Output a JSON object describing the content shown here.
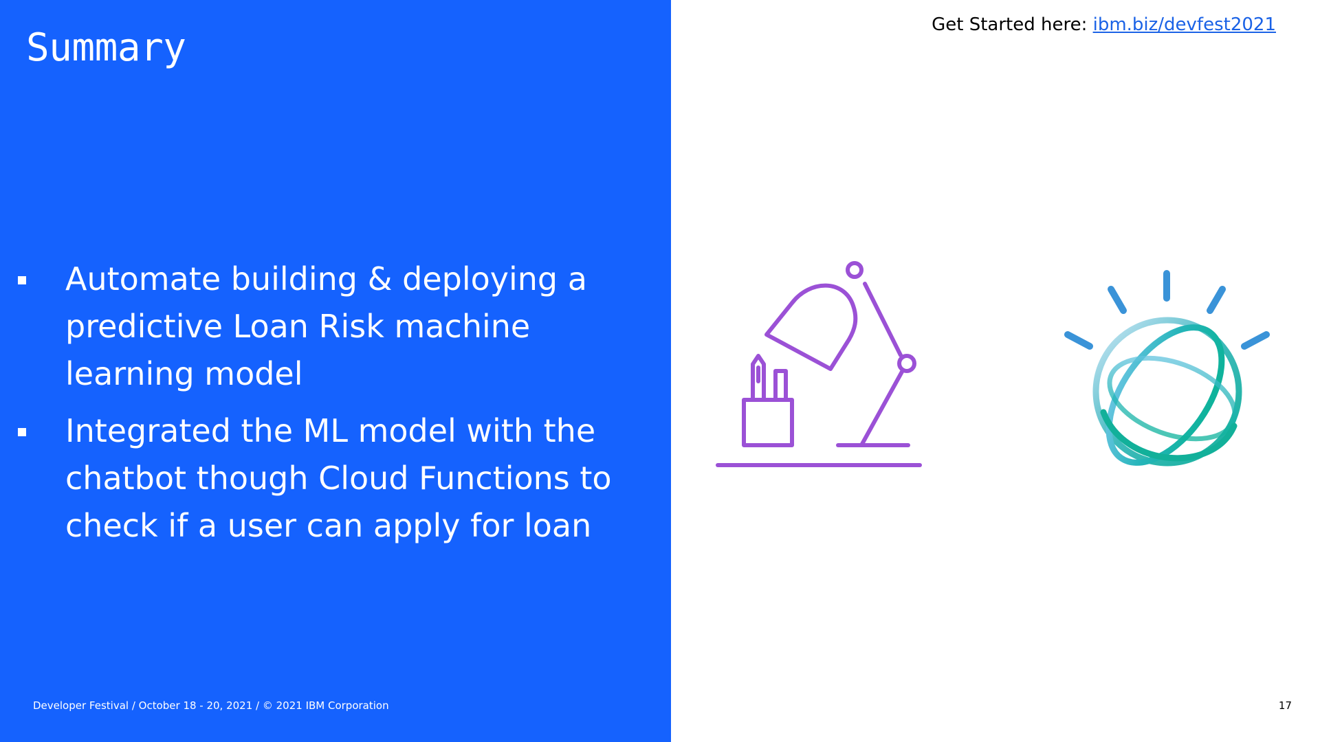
{
  "slide": {
    "title": "Summary",
    "bullets": [
      "Automate building & deploying a predictive Loan Risk machine learning model",
      "Integrated the ML model with the chatbot though Cloud Functions to check if a user can apply for loan"
    ],
    "footer": "Developer Festival / October 18 - 20, 2021 / © 2021 IBM Corporation",
    "page_number": "17"
  },
  "header_link": {
    "prefix": "Get Started here: ",
    "link_text": "ibm.biz/devfest2021"
  },
  "illustrations": {
    "left": "desk-lamp-icon",
    "right": "ibm-watson-logo"
  },
  "colors": {
    "panel_blue": "#1562fe",
    "lamp_purple": "#9b51d6",
    "watson_teal": "#19b2a6",
    "watson_blue": "#3a93d8",
    "link_blue": "#1a62e6"
  }
}
